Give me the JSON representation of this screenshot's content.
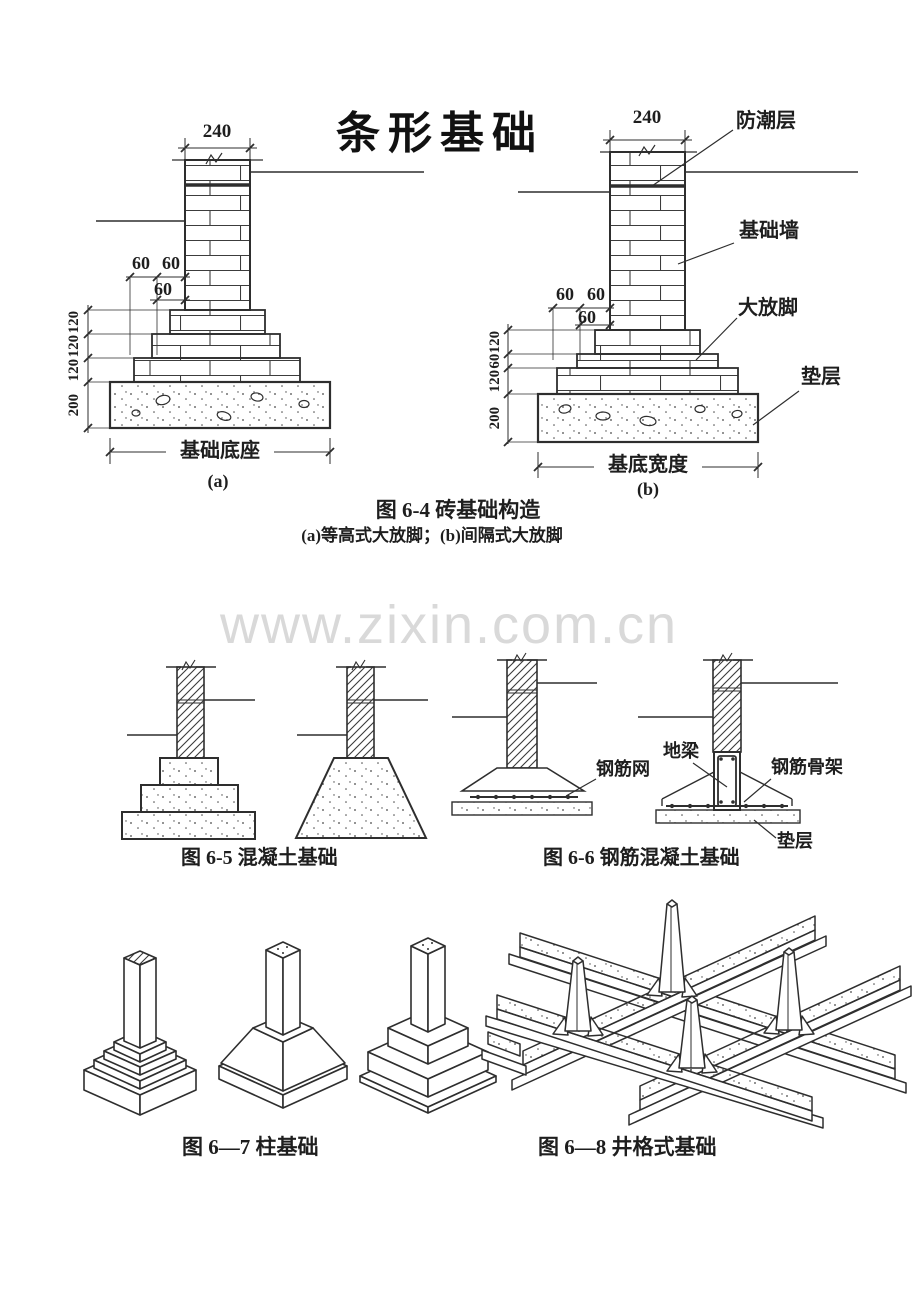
{
  "page": {
    "title": "条形基础",
    "watermark": "www.zixin.com.cn"
  },
  "fig64": {
    "caption": "图 6-4  砖基础构造",
    "subcaption": "(a)等高式大放脚；(b)间隔式大放脚",
    "a": {
      "top_width": "240",
      "h_dims": [
        "60",
        "60",
        "60"
      ],
      "v_dims": [
        "120",
        "120",
        "120",
        "200"
      ],
      "bottom_label": "基础底座",
      "tag": "(a)"
    },
    "b": {
      "top_width": "240",
      "h_dims": [
        "60",
        "60",
        "60"
      ],
      "v_dims": [
        "120",
        "60",
        "120",
        "200"
      ],
      "bottom_label": "基底宽度",
      "tag": "(b)",
      "labels": {
        "dampproof": "防潮层",
        "wall": "基础墙",
        "footing": "大放脚",
        "cushion": "垫层"
      }
    }
  },
  "fig65": {
    "caption": "图 6-5  混凝土基础"
  },
  "fig66": {
    "caption": "图 6-6  钢筋混凝土基础",
    "labels": {
      "rebar_mesh": "钢筋网",
      "ground_beam": "地梁",
      "rebar_frame": "钢筋骨架",
      "cushion": "垫层"
    }
  },
  "fig67": {
    "caption": "图 6—7 柱基础"
  },
  "fig68": {
    "caption": "图 6—8 井格式基础"
  }
}
